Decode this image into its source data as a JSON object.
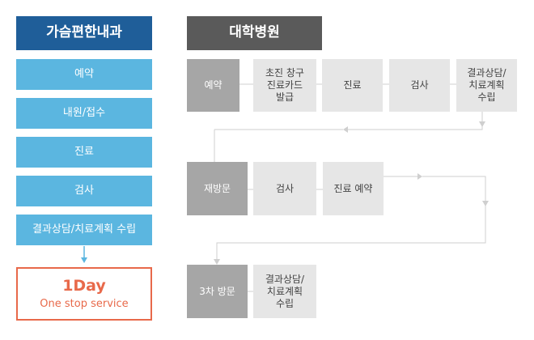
{
  "left_title": "가슴편한내과",
  "left_steps": [
    "예약",
    "내원/접수",
    "진료",
    "검사",
    "결과상담/치료계획 수립"
  ],
  "oneday": {
    "title": "1Day",
    "subtitle": "One stop service"
  },
  "right_title": "대학병원",
  "row1": [
    "예약",
    "초진 창구\n진료카드\n발급",
    "진료",
    "검사",
    "결과상담/\n치료계획\n수립"
  ],
  "row2": [
    "재방문",
    "검사",
    "진료 예약"
  ],
  "row3": [
    "3차 방문",
    "결과상담/\n치료계획\n수립"
  ],
  "colors": {
    "left_header": "#1f5e99",
    "left_step": "#5bb6e0",
    "right_header": "#5a5a5a",
    "accent": "#e8694a",
    "dark_gray": "#a6a6a6",
    "light_gray": "#e6e6e6"
  }
}
